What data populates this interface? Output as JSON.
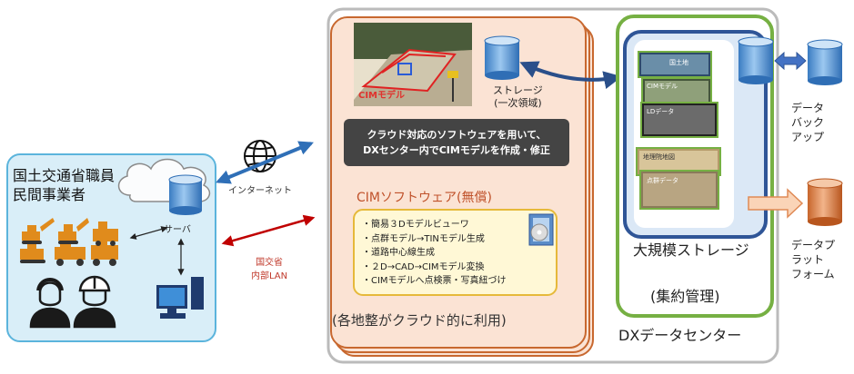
{
  "client": {
    "title_line1": "国土交通省職員",
    "title_line2": "民間事業者",
    "server_label": "サーバ"
  },
  "network": {
    "internet_label": "インターネット",
    "lan_label_line1": "国交省",
    "lan_label_line2": "内部LAN"
  },
  "regional": {
    "cim_model_badge": "CIMモデル",
    "storage_label_line1": "ストレージ",
    "storage_label_line2": "(一次領域)",
    "note_line1": "クラウド対応のソフトウェアを用いて、",
    "note_line2": "DXセンター内でCIMモデルを作成・修正",
    "software_title": "CIMソフトウェア(無償)",
    "features": [
      "・簡易３Dモデルビューワ",
      "・点群モデル→TINモデル生成",
      "・道路中心線生成",
      "・２D→CAD→CIMモデル変換",
      "・CIMモデルへ点検票・写真紐づけ"
    ],
    "footer": "(各地整がクラウド的に利用)"
  },
  "datacenter": {
    "title": "DXデータセンター",
    "large_storage": "大規模ストレージ",
    "integrated": "(集約管理)",
    "screens": [
      "国土地",
      "CIMモデル",
      "LDデータ",
      "地理院地図",
      "点群データ"
    ]
  },
  "backup": {
    "line1": "データ",
    "line2": "バック",
    "line3": "アップ"
  },
  "platform": {
    "line1": "データプ",
    "line2": "ラット",
    "line3": "フォーム"
  },
  "colors": {
    "client_bg": "#d9eef8",
    "client_border": "#5bb4dc",
    "regional_bg": "#fbe3d4",
    "regional_border": "#c8682f",
    "dc_border": "#bbbbbb",
    "green_border": "#76b043",
    "blue_border": "#2f5597",
    "storage_blue": "#5b9bd5",
    "storage_orange": "#e08a55",
    "lan_arrow": "#c00000"
  }
}
